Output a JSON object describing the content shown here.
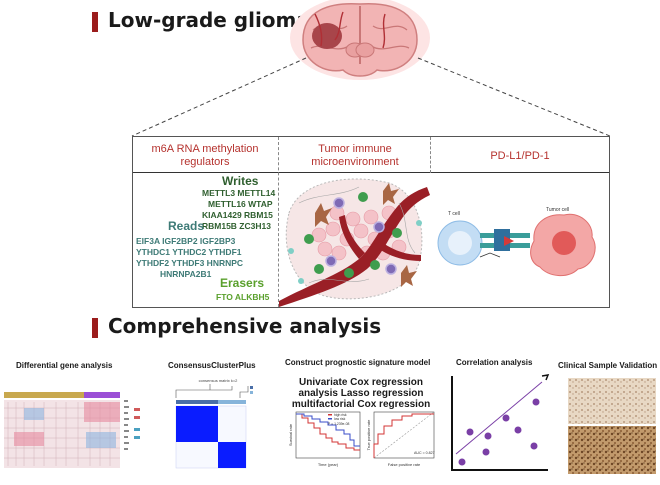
{
  "headings": {
    "top": "Low-grade glioma",
    "bottom": "Comprehensive analysis"
  },
  "panel": {
    "col1_title": "m6A RNA methylation regulators",
    "col2_title": "Tumor immune microenvironment",
    "col3_title": "PD-L1/PD-1",
    "writes_label": "Writes",
    "writes_genes": [
      "METTL3 METTL14",
      "METTL16 WTAP",
      "KIAA1429 RBM15",
      "RBM15B ZC3H13"
    ],
    "reads_label": "Reads",
    "reads_genes": [
      "EIF3A IGF2BP2 IGF2BP3",
      "YTHDC1 YTHDC2 YTHDF1",
      "YTHDF2 YTHDF3 HNRNPC",
      "HNRNPA2B1"
    ],
    "erasers_label": "Erasers",
    "erasers_genes": "FTO ALKBH5",
    "tcell_label": "T cell",
    "tumorcell_label": "Tumor cell",
    "colors": {
      "writes": "#2f5f2f",
      "reads": "#3d7a76",
      "erasers": "#5aa02c",
      "title_red": "#b5322e"
    }
  },
  "analysis": {
    "diff_title": "Differential gene analysis",
    "cluster_title": "ConsensusClusterPlus",
    "cluster_subtitle": "consensus matrix k=2",
    "signature_title": "Construct prognostic  signature model",
    "signature_methods": [
      "Univariate Cox regression",
      "analysis Lasso regression",
      "multifactorial Cox regression"
    ],
    "km_legend": [
      "high risk",
      "low risk",
      "P = 1.239e-08"
    ],
    "km_xlabel": "Time (year)",
    "km_ylabel": "Survival rate",
    "roc_xlabel": "False positive rate",
    "roc_ylabel": "True positive rate",
    "roc_auc": "AUC = 0.827",
    "corr_title": "Correlation analysis",
    "clinical_title": "Clinical Sample Validation"
  }
}
